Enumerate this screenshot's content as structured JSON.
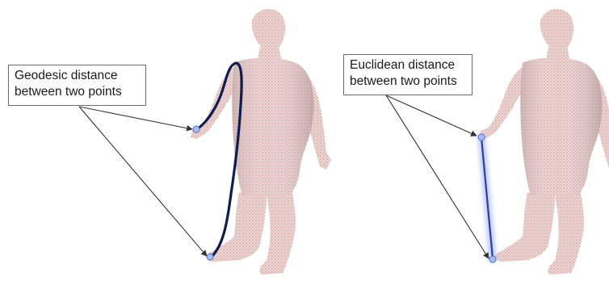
{
  "left_panel": {
    "label_line1": "Geodesic distance",
    "label_line2": "between two points",
    "path_type": "geodesic-curve"
  },
  "right_panel": {
    "label_line1": "Euclidean distance",
    "label_line2": "between two points",
    "path_type": "straight-line"
  },
  "colors": {
    "mesh_fill": "#e8d3d1",
    "mesh_dots": "#d33a3a",
    "geodesic_path": "#0f1d4e",
    "euclidean_path": "#2c3f9e",
    "euclidean_glow": "#a8b8ff",
    "endpoint": "#9fb6ff",
    "arrow": "#333333"
  }
}
